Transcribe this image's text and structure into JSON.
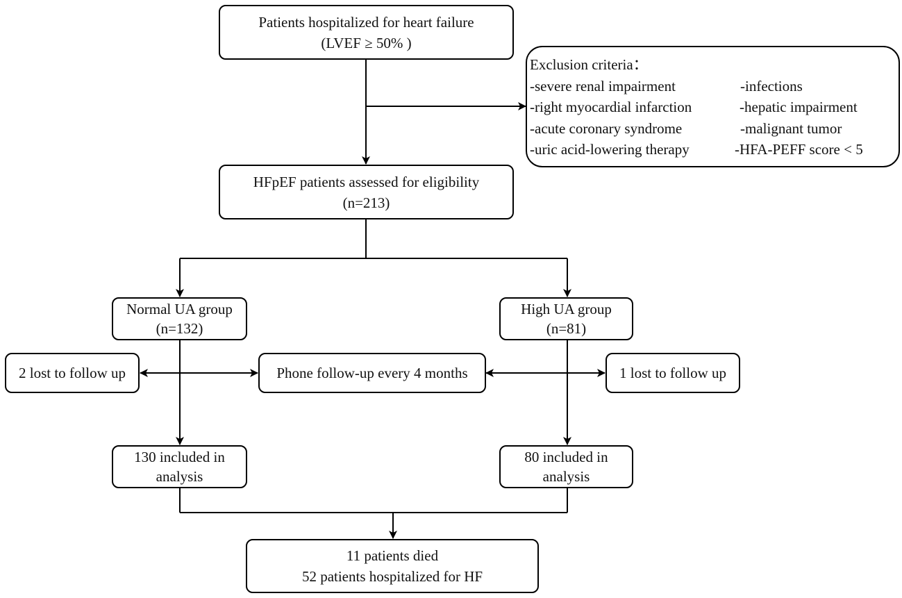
{
  "boxes": {
    "hospitalized": {
      "line1": "Patients hospitalized for heart failure",
      "line2": "(LVEF ≥ 50% )"
    },
    "exclusion": {
      "title": "Exclusion criteria：",
      "rows": [
        {
          "left": "-severe renal impairment",
          "right": "-infections"
        },
        {
          "left": "-right myocardial infarction",
          "right": "-hepatic impairment"
        },
        {
          "left": "-acute coronary syndrome",
          "right": "-malignant tumor"
        },
        {
          "left": "-uric acid-lowering therapy",
          "right": "-HFA-PEFF score < 5"
        }
      ]
    },
    "assessed": {
      "line1": "HFpEF patients assessed for eligibility",
      "line2": "(n=213)"
    },
    "normal_group": {
      "line1": "Normal UA group",
      "line2": "(n=132)"
    },
    "high_group": {
      "line1": "High UA group",
      "line2": "(n=81)"
    },
    "lost_left": {
      "text": "2 lost to follow up"
    },
    "phone": {
      "text": "Phone follow-up every 4 months"
    },
    "lost_right": {
      "text": "1 lost to follow up"
    },
    "included_left": {
      "line1": "130 included in",
      "line2": "analysis"
    },
    "included_right": {
      "line1": "80 included in",
      "line2": "analysis"
    },
    "outcome": {
      "line1": "11 patients died",
      "line2": "52 patients hospitalized for HF"
    }
  }
}
